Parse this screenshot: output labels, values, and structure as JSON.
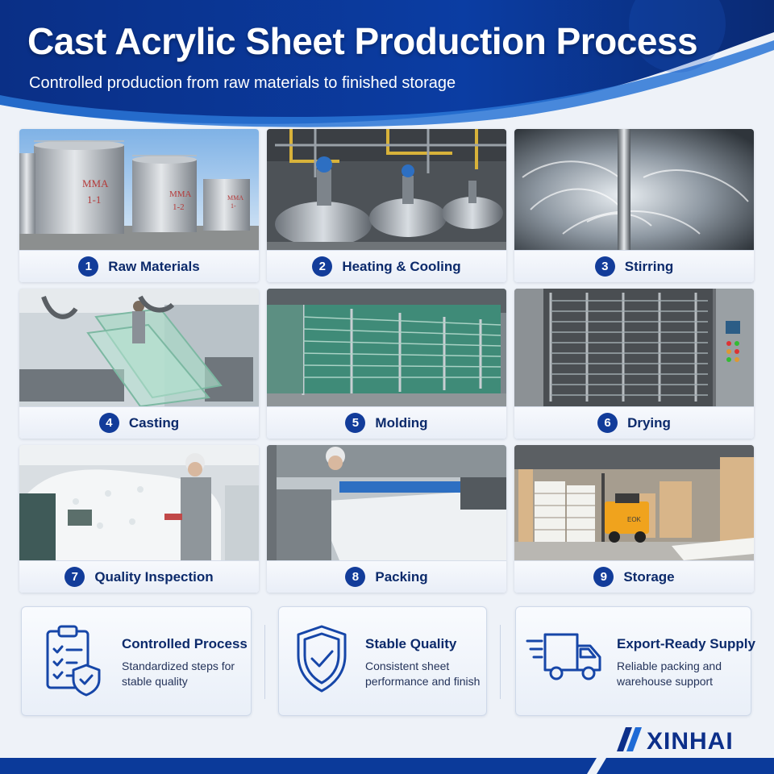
{
  "header": {
    "title": "Cast Acrylic Sheet Production Process",
    "subtitle": "Controlled production from raw materials to finished storage"
  },
  "colors": {
    "navy": "#0c2a6b",
    "accent": "#123c9a",
    "header_blue": "#0a3b9c"
  },
  "steps": [
    {
      "num": "1",
      "label": "Raw Materials",
      "photo": "storage-tanks",
      "tank_labels": [
        "MMA",
        "1-1",
        "MMA",
        "1-2",
        "MMA",
        "1-"
      ]
    },
    {
      "num": "2",
      "label": "Heating & Cooling",
      "photo": "reactor-vessels"
    },
    {
      "num": "3",
      "label": "Stirring",
      "photo": "stirring-liquid"
    },
    {
      "num": "4",
      "label": "Casting",
      "photo": "casting-glass-molds"
    },
    {
      "num": "5",
      "label": "Molding",
      "photo": "mold-racks"
    },
    {
      "num": "6",
      "label": "Drying",
      "photo": "drying-oven"
    },
    {
      "num": "7",
      "label": "Quality Inspection",
      "photo": "worker-inspecting"
    },
    {
      "num": "8",
      "label": "Packing",
      "photo": "worker-film-packing"
    },
    {
      "num": "9",
      "label": "Storage",
      "photo": "warehouse-forklift",
      "forklift_text": "EOK"
    }
  ],
  "features": [
    {
      "title": "Controlled Process",
      "desc": "Standardized steps for stable quality",
      "icon": "clipboard-shield-icon"
    },
    {
      "title": "Stable Quality",
      "desc": "Consistent sheet performance and finish",
      "icon": "shield-check-icon"
    },
    {
      "title": "Export-Ready Supply",
      "desc": "Reliable packing and warehouse support",
      "icon": "delivery-truck-icon"
    }
  ],
  "brand": {
    "logo_text": "XINHAI",
    "logo_icon": "slash-mark-icon"
  }
}
